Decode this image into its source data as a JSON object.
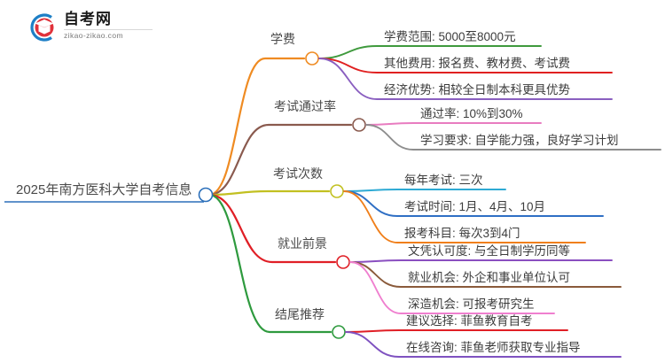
{
  "logo": {
    "name": "zikao-logo",
    "title": "自考网",
    "domain": "zikao-zikao.com",
    "mark_blue": "#1e7fc6",
    "mark_red": "#e0313a"
  },
  "mindmap": {
    "root": {
      "label": "2025年南方医科大学自考信息",
      "color": "#2b6fba"
    },
    "topics": [
      {
        "label": "学费",
        "color": "#ef8b22",
        "children": [
          {
            "label": "学费范围: 5000至8000元",
            "color": "#3f9a3d"
          },
          {
            "label": "其他费用: 报名费、教材费、考试费",
            "color": "#e02020"
          },
          {
            "label": "经济优势: 相较全日制本科更具优势",
            "color": "#8a5fc0"
          }
        ]
      },
      {
        "label": "考试通过率",
        "color": "#8a5a4e",
        "children": [
          {
            "label": "通过率: 10%到30%",
            "color": "#e87cc0"
          },
          {
            "label": "学习要求: 自学能力强，良好学习计划",
            "color": "#8d8d8d"
          }
        ]
      },
      {
        "label": "考试次数",
        "color": "#c2c021",
        "children": [
          {
            "label": "每年考试: 三次",
            "color": "#2eaad4"
          },
          {
            "label": "考试时间: 1月、4月、10月",
            "color": "#2f6fc4"
          },
          {
            "label": "报考科目: 每次3到4门",
            "color": "#f07f1a"
          }
        ]
      },
      {
        "label": "就业前景",
        "color": "#e01f26",
        "children": [
          {
            "label": "文凭认可度: 与全日制学历同等",
            "color": "#8a4fc0"
          },
          {
            "label": "就业机会: 外企和事业单位认可",
            "color": "#8a5a3a"
          },
          {
            "label": "深造机会: 可报考研究生",
            "color": "#ef7fcf"
          }
        ]
      },
      {
        "label": "结尾推荐",
        "color": "#2e9a3e",
        "children": [
          {
            "label": "建议选择: 菲鱼教育自考",
            "color": "#e01f26"
          },
          {
            "label": "在线咨询: 菲鱼老师获取专业指导",
            "color": "#7f52c0"
          }
        ]
      }
    ]
  }
}
